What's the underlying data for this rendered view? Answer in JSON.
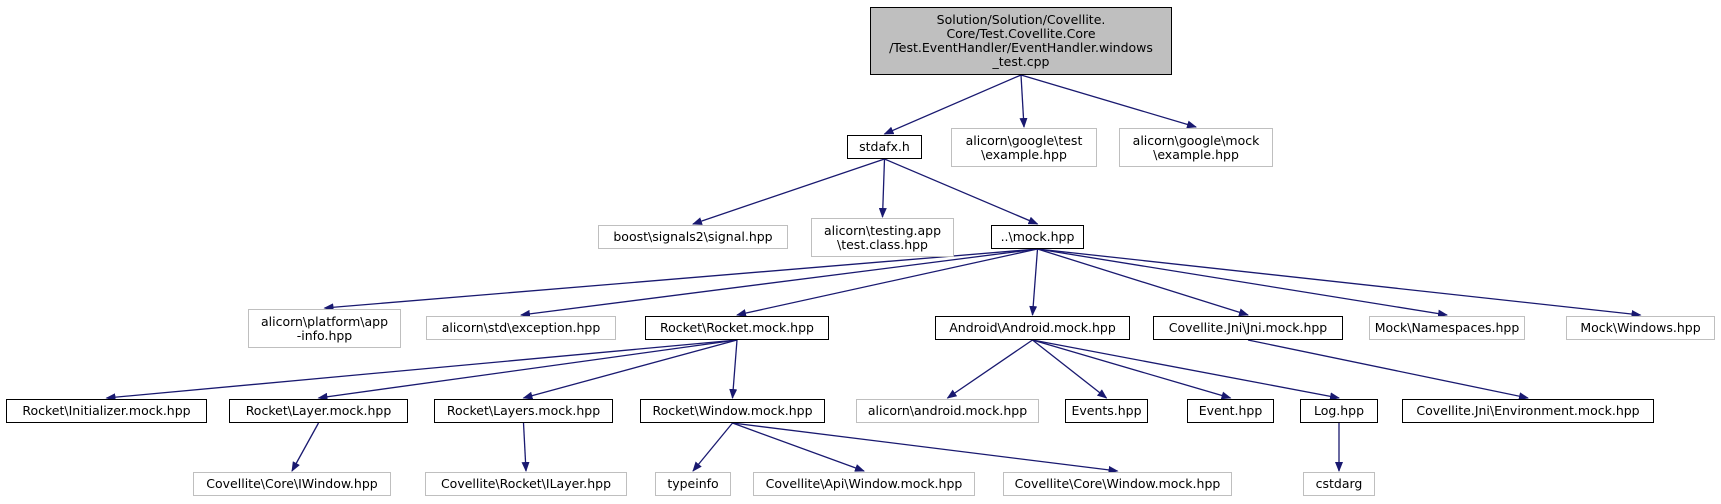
{
  "diagram": {
    "nodes": [
      {
        "id": "root",
        "label": "Solution/Solution/Covellite.\nCore/Test.Covellite.Core\n/Test.EventHandler/EventHandler.windows\n_test.cpp",
        "style": "root"
      },
      {
        "id": "stdafx",
        "label": "stdafx.h",
        "style": "solid"
      },
      {
        "id": "gtest",
        "label": "alicorn\\google\\test\n\\example.hpp",
        "style": "ext"
      },
      {
        "id": "gmock",
        "label": "alicorn\\google\\mock\n\\example.hpp",
        "style": "ext"
      },
      {
        "id": "boostsig",
        "label": "boost\\signals2\\signal.hpp",
        "style": "ext"
      },
      {
        "id": "testingapp",
        "label": "alicorn\\testing.app\n\\test.class.hpp",
        "style": "ext"
      },
      {
        "id": "mock",
        "label": "..\\mock.hpp",
        "style": "solid"
      },
      {
        "id": "platform",
        "label": "alicorn\\platform\\app\n-info.hpp",
        "style": "ext"
      },
      {
        "id": "stdexc",
        "label": "alicorn\\std\\exception.hpp",
        "style": "ext"
      },
      {
        "id": "rocketmock",
        "label": "Rocket\\Rocket.mock.hpp",
        "style": "solid"
      },
      {
        "id": "androidmock",
        "label": "Android\\Android.mock.hpp",
        "style": "solid"
      },
      {
        "id": "jnimock",
        "label": "Covellite.Jni\\Jni.mock.hpp",
        "style": "solid"
      },
      {
        "id": "namespaces",
        "label": "Mock\\Namespaces.hpp",
        "style": "ext"
      },
      {
        "id": "windows",
        "label": "Mock\\Windows.hpp",
        "style": "ext"
      },
      {
        "id": "initializer",
        "label": "Rocket\\Initializer.mock.hpp",
        "style": "solid"
      },
      {
        "id": "layer",
        "label": "Rocket\\Layer.mock.hpp",
        "style": "solid"
      },
      {
        "id": "layers",
        "label": "Rocket\\Layers.mock.hpp",
        "style": "solid"
      },
      {
        "id": "rwindow",
        "label": "Rocket\\Window.mock.hpp",
        "style": "solid"
      },
      {
        "id": "androidalicorn",
        "label": "alicorn\\android.mock.hpp",
        "style": "ext"
      },
      {
        "id": "events",
        "label": "Events.hpp",
        "style": "solid"
      },
      {
        "id": "event",
        "label": "Event.hpp",
        "style": "solid"
      },
      {
        "id": "log",
        "label": "Log.hpp",
        "style": "solid"
      },
      {
        "id": "jnienv",
        "label": "Covellite.Jni\\Environment.mock.hpp",
        "style": "solid"
      },
      {
        "id": "iwindow",
        "label": "Covellite\\Core\\IWindow.hpp",
        "style": "ext"
      },
      {
        "id": "ilayer",
        "label": "Covellite\\Rocket\\ILayer.hpp",
        "style": "ext"
      },
      {
        "id": "typeinfo",
        "label": "typeinfo",
        "style": "ext"
      },
      {
        "id": "apiwindow",
        "label": "Covellite\\Api\\Window.mock.hpp",
        "style": "ext"
      },
      {
        "id": "corewindow",
        "label": "Covellite\\Core\\Window.mock.hpp",
        "style": "ext"
      },
      {
        "id": "cstdarg",
        "label": "cstdarg",
        "style": "ext"
      }
    ],
    "edges": [
      [
        "root",
        "stdafx"
      ],
      [
        "root",
        "gtest"
      ],
      [
        "root",
        "gmock"
      ],
      [
        "stdafx",
        "boostsig"
      ],
      [
        "stdafx",
        "testingapp"
      ],
      [
        "stdafx",
        "mock"
      ],
      [
        "mock",
        "platform"
      ],
      [
        "mock",
        "stdexc"
      ],
      [
        "mock",
        "rocketmock"
      ],
      [
        "mock",
        "androidmock"
      ],
      [
        "mock",
        "jnimock"
      ],
      [
        "mock",
        "namespaces"
      ],
      [
        "mock",
        "windows"
      ],
      [
        "rocketmock",
        "initializer"
      ],
      [
        "rocketmock",
        "layer"
      ],
      [
        "rocketmock",
        "layers"
      ],
      [
        "rocketmock",
        "rwindow"
      ],
      [
        "androidmock",
        "androidalicorn"
      ],
      [
        "androidmock",
        "events"
      ],
      [
        "androidmock",
        "event"
      ],
      [
        "androidmock",
        "log"
      ],
      [
        "jnimock",
        "jnienv"
      ],
      [
        "layer",
        "iwindow"
      ],
      [
        "layers",
        "ilayer"
      ],
      [
        "rwindow",
        "typeinfo"
      ],
      [
        "rwindow",
        "apiwindow"
      ],
      [
        "rwindow",
        "corewindow"
      ],
      [
        "log",
        "cstdarg"
      ]
    ],
    "colors": {
      "edge": "#191970",
      "root_fill": "#bfbfbf",
      "ext_border": "#bfbfbf",
      "solid_border": "#000000"
    }
  }
}
